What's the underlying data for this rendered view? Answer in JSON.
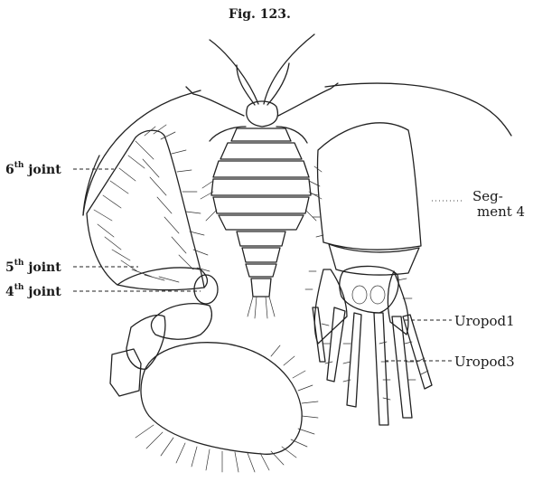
{
  "figure": {
    "title": "Fig. 123."
  },
  "labels": {
    "j6_num": "6",
    "j6_sup": "th",
    "j6_word": "joint",
    "j5_num": "5",
    "j5_sup": "th",
    "j5_word": "joint",
    "j4_num": "4",
    "j4_sup": "th",
    "j4_word": "joint",
    "seg_line1": "Seg-",
    "seg_line2": "ment 4",
    "uropod1": "Uropod1",
    "uropod3": "Uropod3"
  }
}
